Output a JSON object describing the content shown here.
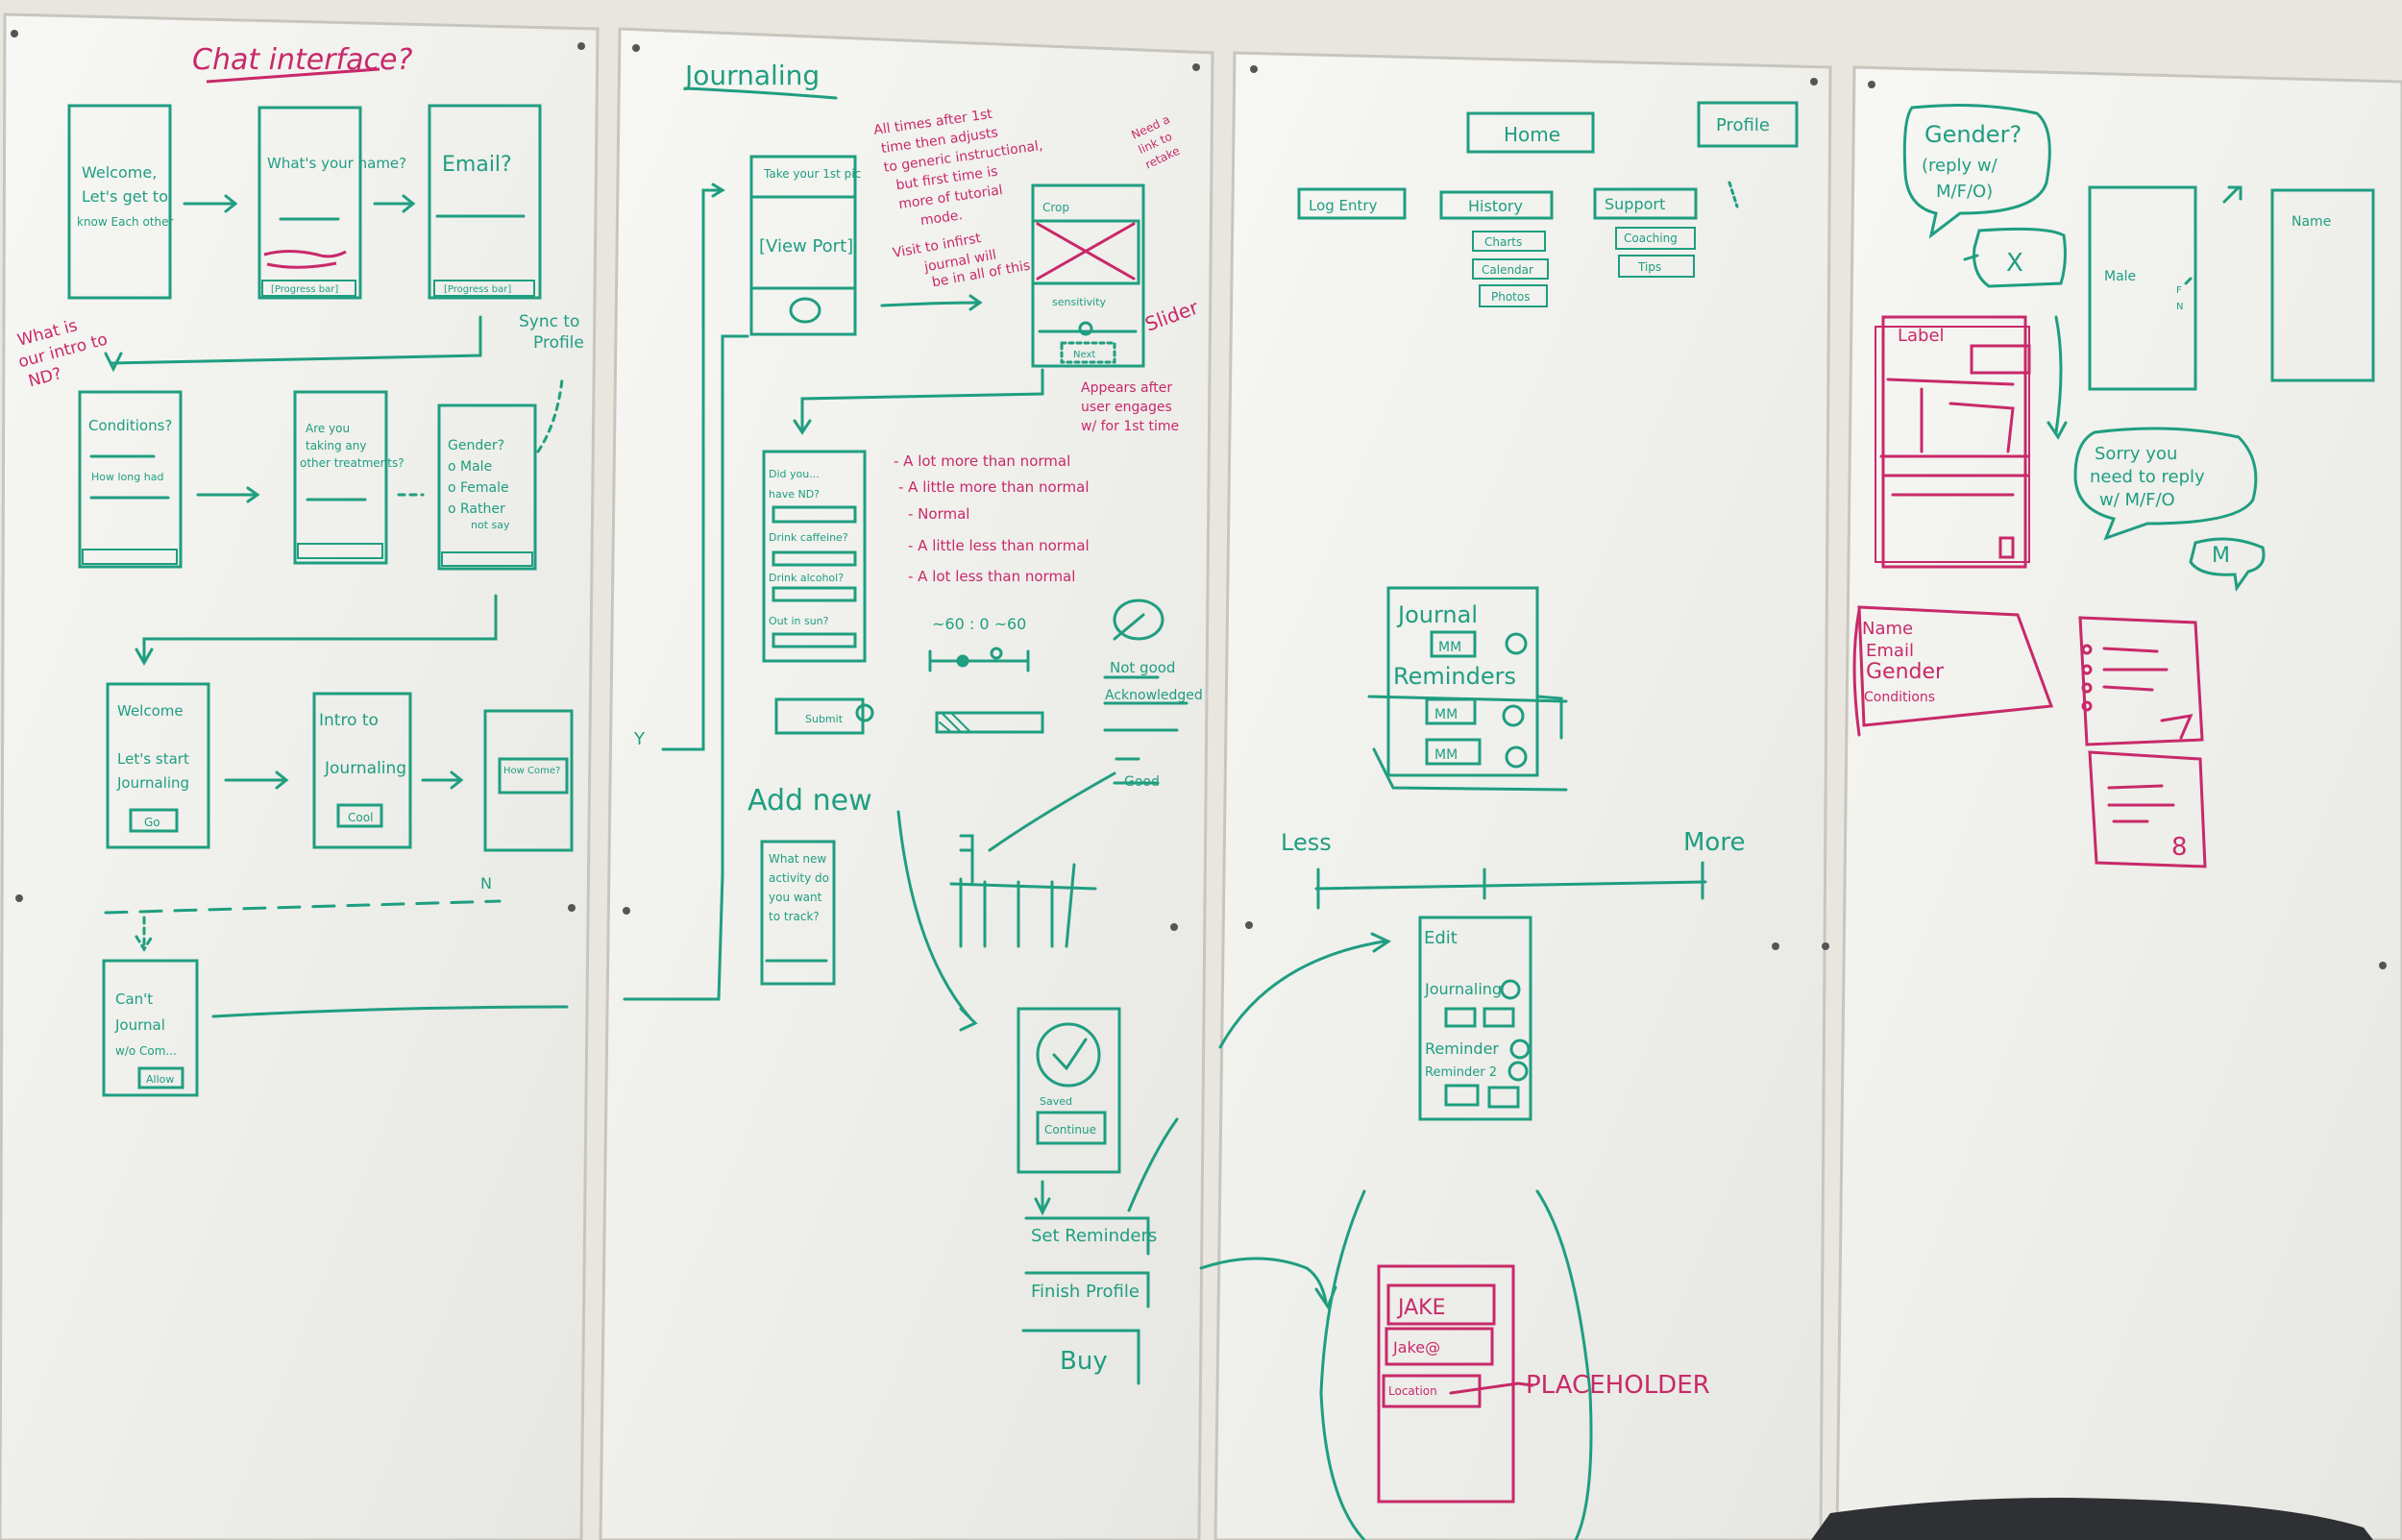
{
  "colors": {
    "marker_green": "#1f9e80",
    "marker_pink": "#c8296a",
    "wall": "#e9e6df",
    "board": "#f5f5f2"
  },
  "panel1": {
    "heading": "Chat interface?",
    "s1": [
      "Welcome,",
      "Let's get to",
      "know Each other"
    ],
    "s2": "What's your name?",
    "s3": "Email?",
    "progress": "[Progress bar]",
    "side_note": [
      "What is",
      "our intro to",
      "ND?"
    ],
    "sync_note": [
      "Sync to",
      "Profile"
    ],
    "r2_s1": [
      "Conditions?",
      "How long had"
    ],
    "r2_s2": [
      "Are you",
      "taking any",
      "other treatments?"
    ],
    "r2_s3": [
      "Gender?",
      "o Male",
      "o Female",
      "o Rather",
      "not say"
    ],
    "r3_s1": [
      "Welcome",
      "Let's start",
      "Journaling"
    ],
    "r3_s1_btn": "Go",
    "r3_s2": [
      "Intro to",
      "Journaling"
    ],
    "r3_s2_btn": "Cool",
    "r3_s3": "How Come?",
    "r3_n": "N",
    "r4_s1": [
      "Can't",
      "Journal",
      "w/o Com..."
    ],
    "r4_s1_btn": "Allow"
  },
  "panel2": {
    "heading": "Journaling",
    "p1_line1": "Take your 1st pic",
    "view_port": "[View Port]",
    "note_all_times": [
      "All times after 1st",
      "time then adjusts",
      "to generic instructional,",
      "but first time is",
      "more of tutorial",
      "mode."
    ],
    "note_visit": [
      "Visit to infirst",
      "journal will",
      "be in all of this"
    ],
    "note_link": [
      "Need a",
      "link to",
      "retake"
    ],
    "crop": "Crop",
    "sensitivity": "sensitivity",
    "next": "Next",
    "slider": "Slider",
    "appears": [
      "Appears after",
      "user engages",
      "w/ for 1st time"
    ],
    "form": [
      "Did you...",
      "have ND?",
      "Drink caffeine?",
      "Drink alcohol?",
      "Out in sun?",
      "Submit"
    ],
    "options": [
      "- A lot more than normal",
      "- A little more than normal",
      "- Normal",
      "- A little less than normal",
      "- A lot less than normal"
    ],
    "scale": "~60  :  0 ~60",
    "not_good": "Not good",
    "acknowledged": "Acknowledged",
    "good": "Good",
    "y": "Y",
    "add_new": "Add new",
    "add_new_screen": [
      "What new",
      "activity do",
      "you want",
      "to track?"
    ],
    "saved": "Saved",
    "saved_btn": "Continue",
    "set_reminders": "Set Reminders",
    "finish_profile": "Finish Profile",
    "buy": "Buy"
  },
  "panel3": {
    "home": "Home",
    "profile": "Profile",
    "log_entry": "Log Entry",
    "history": "History",
    "support": "Support",
    "history_sub": [
      "Charts",
      "Calendar",
      "Photos"
    ],
    "support_sub": [
      "Coaching",
      "Tips"
    ],
    "journal": "Journal",
    "reminders": "Reminders",
    "mm": "MM",
    "less": "Less",
    "more": "More",
    "edit": "Edit",
    "edit_items": [
      "Journaling",
      "Reminder",
      "Reminder 2"
    ],
    "jake": "JAKE",
    "email": "Jake@",
    "location": "Location",
    "placeholder": "PLACEHOLDER"
  },
  "panel4": {
    "bubble1": [
      "Gender?",
      "(reply w/",
      "M/F/O)"
    ],
    "bubble2": "X",
    "bubble3": [
      "Sorry you",
      "need to reply",
      "w/ M/F/O"
    ],
    "bubble4": "M",
    "phone_left": [
      "Male",
      "F",
      "N"
    ],
    "phone_right": "Name",
    "label": "Label",
    "profile_list": [
      "Name",
      "Email",
      "Gender",
      "Conditions"
    ],
    "badge": "8"
  }
}
